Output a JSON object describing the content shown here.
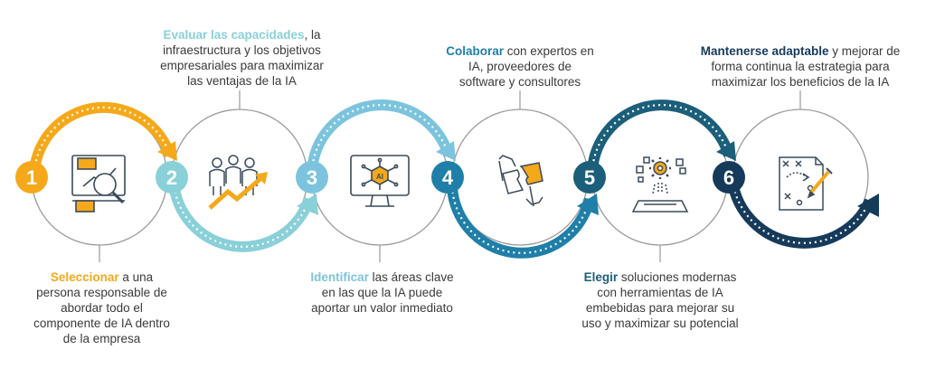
{
  "colors": {
    "step1": "#f5a91a",
    "step2": "#8ad0d8",
    "step3": "#7cc4dd",
    "step4": "#1f7fa8",
    "step5": "#1b5f7a",
    "step6": "#163a5a",
    "circle_outline": "#9a9a9a",
    "text": "#3a3a3a"
  },
  "steps": [
    {
      "number": "1",
      "highlight": "Seleccionar",
      "rest_lines": [
        " a una",
        "persona responsable de",
        "abordar todo el",
        "componente de IA dentro",
        "de la empresa"
      ],
      "icon": "analysis-magnifier-icon"
    },
    {
      "number": "2",
      "highlight": "Evaluar las capacidades",
      "rest_lines": [
        ", la",
        "infraestructura y los objetivos",
        "empresariales para maximizar",
        "las ventajas de la IA"
      ],
      "icon": "team-growth-icon"
    },
    {
      "number": "3",
      "highlight": "Identificar",
      "rest_lines": [
        " las áreas clave",
        "en las que la IA puede",
        "aportar un valor inmediato"
      ],
      "icon": "ai-chip-monitor-icon",
      "icon_text": "AI"
    },
    {
      "number": "4",
      "highlight": "Colaborar",
      "rest_lines": [
        " con expertos en",
        "IA, proveedores de",
        "software y consultores"
      ],
      "icon": "puzzle-hands-icon"
    },
    {
      "number": "5",
      "highlight": "Elegir",
      "rest_lines": [
        " soluciones modernas",
        "con herramientas de IA",
        "embebidas para mejorar su",
        "uso y maximizar su potencial"
      ],
      "icon": "gear-platform-icon"
    },
    {
      "number": "6",
      "highlight": "Mantenerse adaptable",
      "rest_lines": [
        " y mejorar de",
        "forma continua la estrategia para",
        "maximizar los beneficios de la IA"
      ],
      "icon": "strategy-plan-icon"
    }
  ]
}
